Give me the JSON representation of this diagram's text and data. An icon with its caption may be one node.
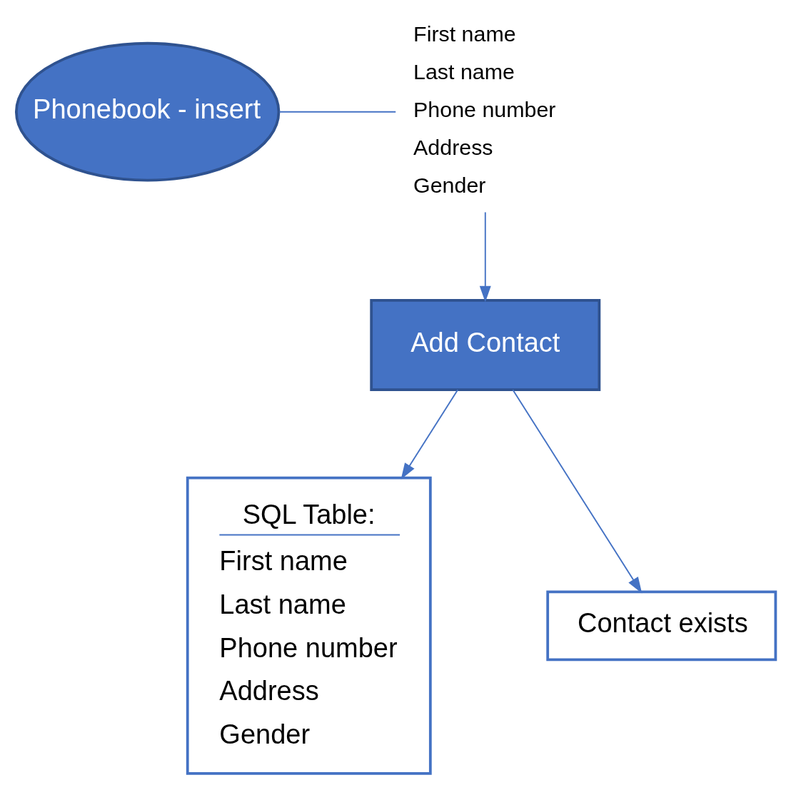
{
  "diagram": {
    "nodes": [
      {
        "text": [
          "Phonebook - insert"
        ]
      },
      {
        "text": [
          "First name",
          "Last name",
          "Phone number",
          "Address",
          "Gender"
        ]
      },
      {
        "text": [
          "Add Contact"
        ]
      },
      {
        "text": [
          "SQL Table:",
          "First name",
          "Last name",
          "Phone number",
          "Address",
          "Gender"
        ]
      },
      {
        "text": [
          "Contact exists"
        ]
      }
    ],
    "edges": [
      {
        "from": 0,
        "to": 1,
        "arrow": "none"
      },
      {
        "from": 1,
        "to": 2,
        "arrow": "to"
      },
      {
        "from": 2,
        "to": 3,
        "arrow": "to"
      },
      {
        "from": 2,
        "to": 4,
        "arrow": "to"
      }
    ]
  }
}
